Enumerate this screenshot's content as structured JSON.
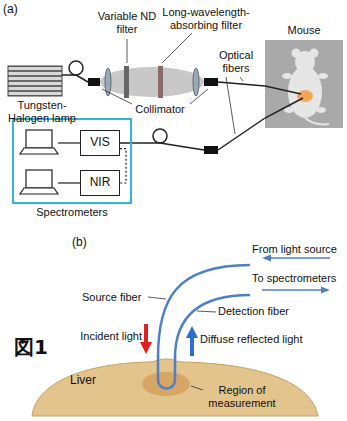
{
  "diagram": {
    "nodes": [
      {
        "text": [
          "Mouse"
        ]
      },
      {
        "text": [
          "Spectrometers"
        ]
      },
      {
        "text": [
          "VIS"
        ],
        "in": 1
      },
      {
        "text": [
          "NIR"
        ],
        "in": 1
      },
      {
        "text": [
          "Liver"
        ]
      }
    ],
    "edges": [
      {
        "from": 2,
        "to": 3,
        "arrow": "none"
      }
    ],
    "labels": [
      "(a)",
      "Variable ND filter",
      "Long-wavelength-absorbing filter",
      "Tungsten-Halogen lamp",
      "Optical fibers",
      "Collimator",
      "(b)",
      "From light source",
      "To spectrometers",
      "Source fiber",
      "Detection fiber",
      "Incident light",
      "Diffuse reflected light",
      "Region of measurement",
      "図1"
    ]
  }
}
